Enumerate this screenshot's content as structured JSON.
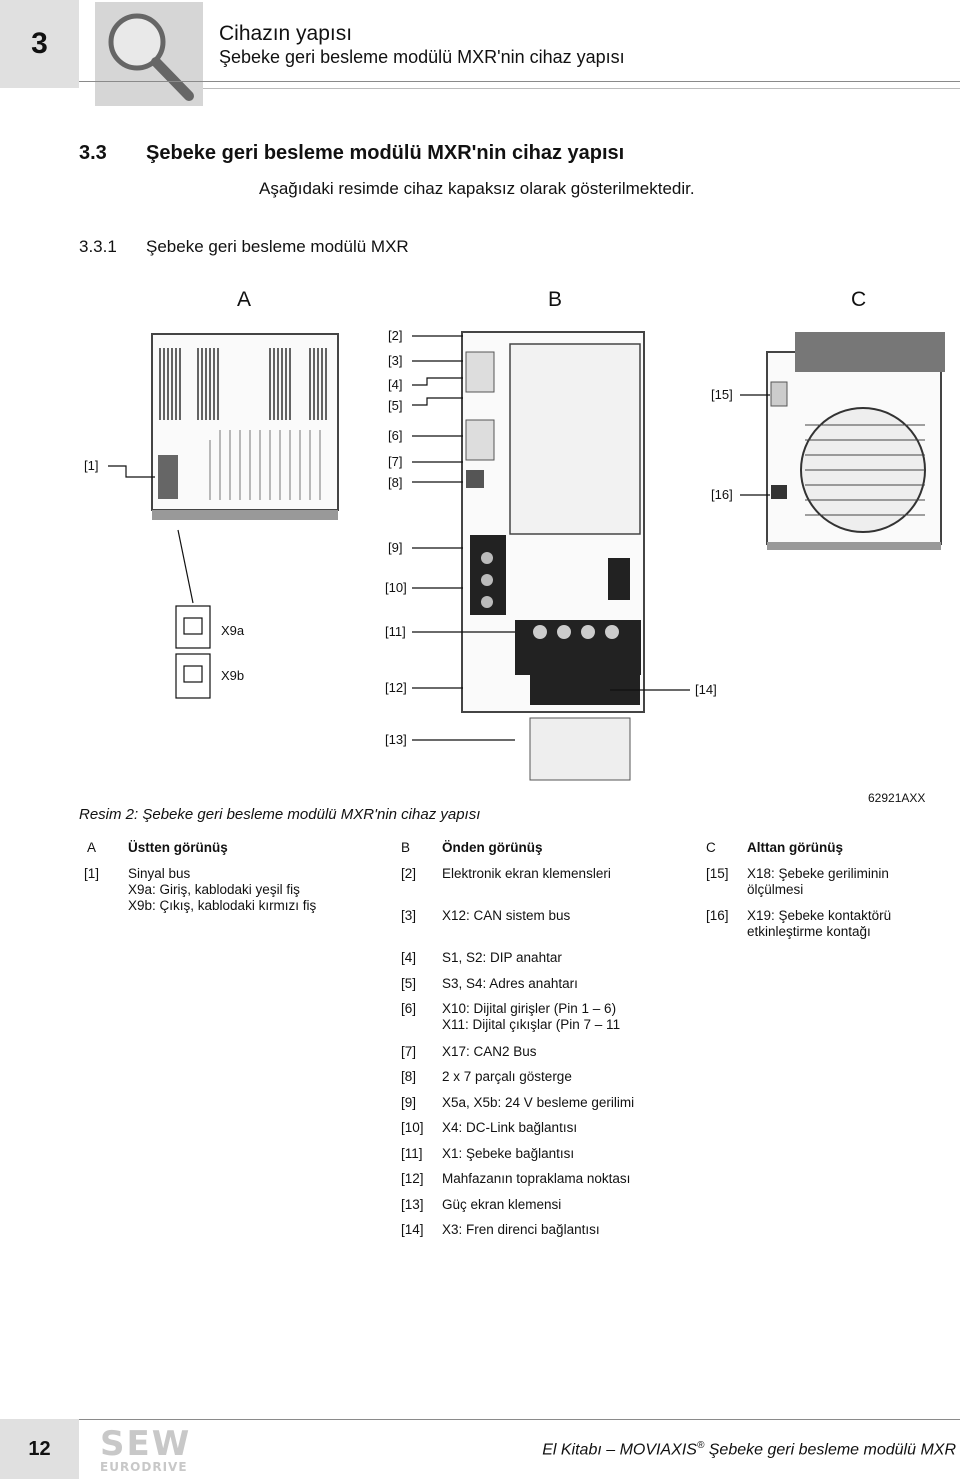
{
  "header": {
    "chapter_number": "3",
    "title": "Cihazın yapısı",
    "subtitle": "Şebeke geri besleme modülü MXR'nin cihaz yapısı"
  },
  "section": {
    "number": "3.3",
    "title": "Şebeke geri besleme modülü MXR'nin cihaz yapısı",
    "intro": "Aşağıdaki resimde cihaz kapaksız olarak gösterilmektedir."
  },
  "subsection": {
    "number": "3.3.1",
    "title": "Şebeke geri besleme modülü MXR"
  },
  "figure": {
    "view_letters": [
      "A",
      "B",
      "C"
    ],
    "callouts": [
      "[1]",
      "[2]",
      "[3]",
      "[4]",
      "[5]",
      "[6]",
      "[7]",
      "[8]",
      "[9]",
      "[10]",
      "[11]",
      "[12]",
      "[13]",
      "[14]",
      "[15]",
      "[16]"
    ],
    "connectors": [
      "X9a",
      "X9b"
    ],
    "caption": "Resim 2: Şebeke geri besleme modülü MXR'nin cihaz yapısı",
    "code": "62921AXX"
  },
  "legend": {
    "col_a": {
      "letter": "A",
      "heading": "Üstten görünüş",
      "items": [
        {
          "key": "[1]",
          "lines": [
            "Sinyal bus",
            "X9a: Giriş, kablodaki yeşil fiş",
            "X9b: Çıkış, kablodaki kırmızı fiş"
          ]
        }
      ]
    },
    "col_b": {
      "letter": "B",
      "heading": "Önden görünüş",
      "items": [
        {
          "key": "[2]",
          "lines": [
            "Elektronik ekran klemensleri"
          ]
        },
        {
          "key": "[3]",
          "lines": [
            "X12: CAN sistem bus"
          ]
        },
        {
          "key": "[4]",
          "lines": [
            "S1, S2: DIP anahtar"
          ]
        },
        {
          "key": "[5]",
          "lines": [
            "S3, S4: Adres anahtarı"
          ]
        },
        {
          "key": "[6]",
          "lines": [
            "X10: Dijital girişler (Pin 1 – 6)",
            "X11: Dijital çıkışlar (Pin 7 – 11"
          ]
        },
        {
          "key": "[7]",
          "lines": [
            "X17: CAN2 Bus"
          ]
        },
        {
          "key": "[8]",
          "lines": [
            "2 x 7 parçalı gösterge"
          ]
        },
        {
          "key": "[9]",
          "lines": [
            "X5a, X5b: 24 V besleme gerilimi"
          ]
        },
        {
          "key": "[10]",
          "lines": [
            "X4: DC-Link bağlantısı"
          ]
        },
        {
          "key": "[11]",
          "lines": [
            "X1: Şebeke bağlantısı"
          ]
        },
        {
          "key": "[12]",
          "lines": [
            "Mahfazanın topraklama noktası"
          ]
        },
        {
          "key": "[13]",
          "lines": [
            "Güç ekran klemensi"
          ]
        },
        {
          "key": "[14]",
          "lines": [
            "X3: Fren direnci bağlantısı"
          ]
        }
      ]
    },
    "col_c": {
      "letter": "C",
      "heading": "Alttan görünüş",
      "items": [
        {
          "key": "[15]",
          "lines": [
            "X18: Şebeke geriliminin",
            "ölçülmesi"
          ]
        },
        {
          "key": "[16]",
          "lines": [
            "X19: Şebeke kontaktörü",
            "etkinleştirme kontağı"
          ]
        }
      ]
    }
  },
  "footer": {
    "page_number": "12",
    "logo_text": "SEW",
    "logo_subtext": "EURODRIVE",
    "doc_title_1": "El Kitabı – MOVIAXIS",
    "registered": "®",
    "doc_title_2": " Şebeke geri besleme modülü MXR"
  }
}
